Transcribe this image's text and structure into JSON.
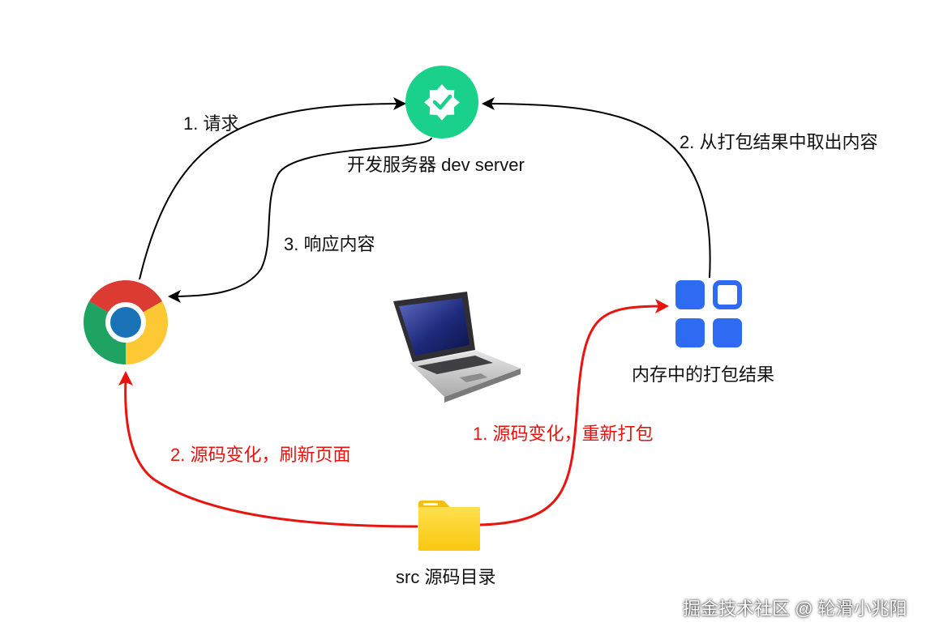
{
  "colors": {
    "black_arrow": "#000000",
    "red_arrow": "#e8140f",
    "server_green": "#19d18b",
    "chrome_red": "#db3b32",
    "chrome_yellow": "#fcc934",
    "chrome_green": "#1ea362",
    "chrome_blue": "#1a73b6",
    "grid_blue": "#2f6bf2",
    "folder_yellow": "#fdd42b"
  },
  "icons": {
    "server": "verified-badge-icon",
    "browser": "chrome-browser-icon",
    "computer": "laptop-icon",
    "bundle": "grid-blocks-icon",
    "source": "folder-icon"
  },
  "nodes": {
    "server": {
      "label": "开发服务器 dev server"
    },
    "bundle": {
      "label": "内存中的打包结果"
    },
    "source": {
      "label": "src 源码目录"
    }
  },
  "edges": {
    "request": {
      "label": "1. 请求"
    },
    "fetch": {
      "label": "2. 从打包结果中取出内容"
    },
    "response": {
      "label": "3. 响应内容"
    },
    "rebuild": {
      "label": "1. 源码变化，重新打包"
    },
    "refresh": {
      "label": "2. 源码变化，刷新页面"
    }
  },
  "watermark": {
    "text": "掘金技术社区 @ 轮滑小兆阳"
  }
}
